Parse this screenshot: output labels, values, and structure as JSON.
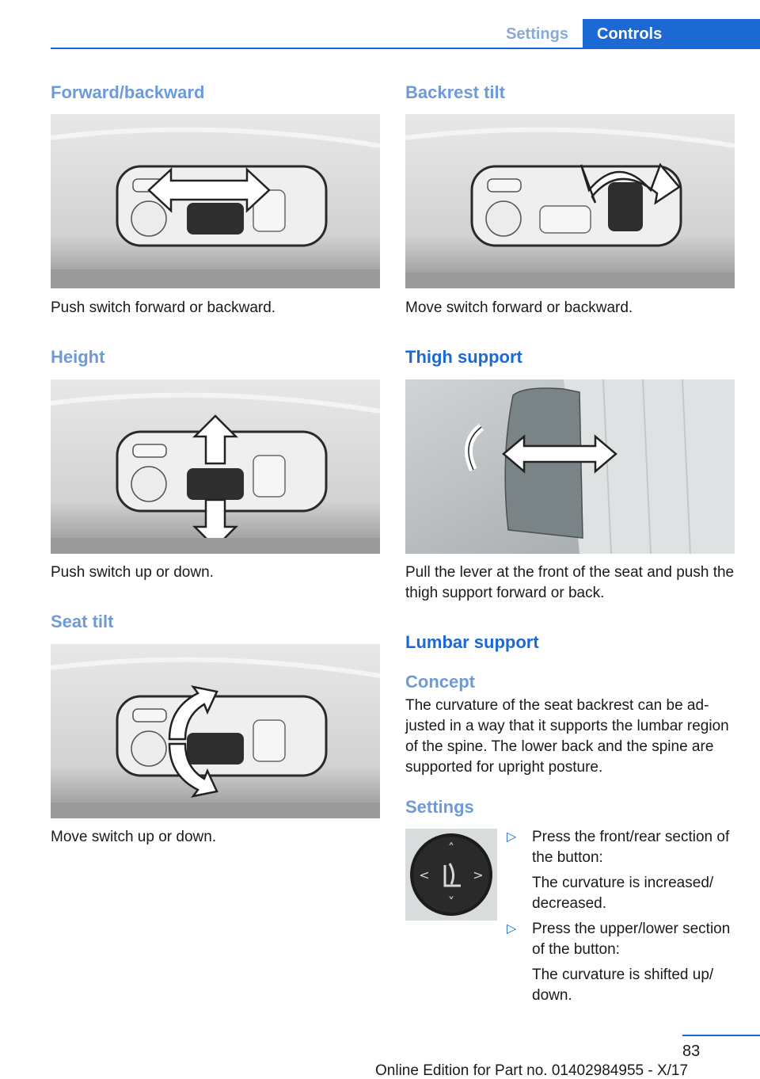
{
  "header": {
    "section": "Settings",
    "chapter": "Controls"
  },
  "left": {
    "forward": {
      "title": "Forward/backward",
      "caption": "Push switch forward or backward."
    },
    "height": {
      "title": "Height",
      "caption": "Push switch up or down."
    },
    "seat_tilt": {
      "title": "Seat tilt",
      "caption": "Move switch up or down."
    }
  },
  "right": {
    "backrest": {
      "title": "Backrest tilt",
      "caption": "Move switch forward or backward."
    },
    "thigh": {
      "title": "Thigh support",
      "caption": "Pull the lever at the front of the seat and push the thigh support forward or back."
    },
    "lumbar": {
      "title": "Lumbar support",
      "concept_title": "Concept",
      "concept_text": "The curvature of the seat backrest can be ad­justed in a way that it supports the lumbar re­gion of the spine. The lower back and the spine are supported for upright posture.",
      "settings_title": "Settings",
      "items": [
        {
          "bullet": "▷",
          "text": "Press the front/rear section of the button:",
          "result": "The curvature is increased/ decreased."
        },
        {
          "bullet": "▷",
          "text": "Press the upper/lower sec­tion of the button:",
          "result": "The curvature is shifted up/ down."
        }
      ]
    }
  },
  "footer": {
    "page": "83",
    "edition": "Online Edition for Part no. 01402984955 - X/17"
  }
}
